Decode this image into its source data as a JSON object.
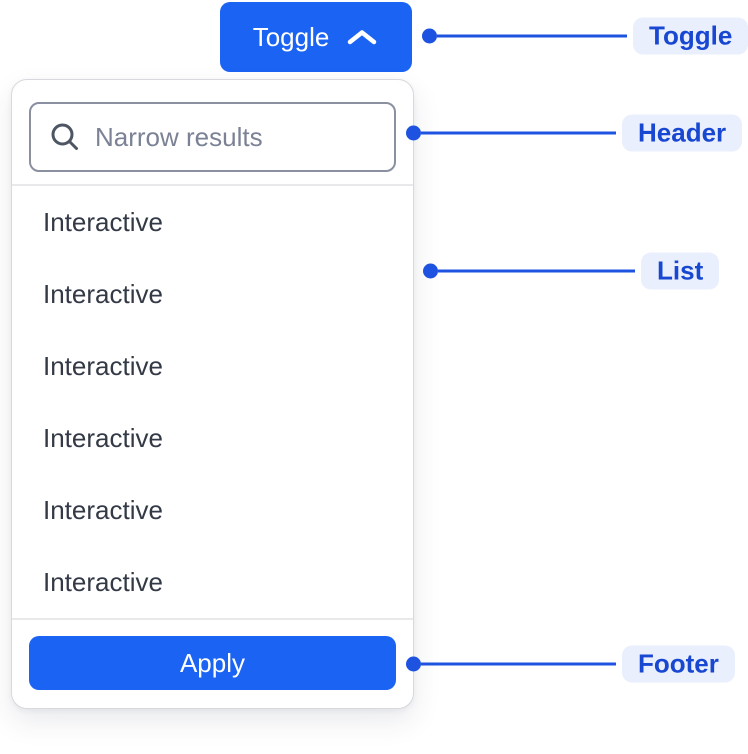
{
  "colors": {
    "accent_blue": "#1B63F3",
    "connector_blue": "#1D53E0",
    "label_text_blue": "#1847D2",
    "label_bg": "#E9EFFC",
    "text_dark": "#333A46",
    "placeholder_gray": "#7B8295"
  },
  "toggle_button": {
    "label": "Toggle",
    "icon": "chevron-up-icon"
  },
  "dropdown": {
    "header": {
      "search_placeholder": "Narrow results",
      "search_icon": "magnifier-icon"
    },
    "items": [
      "Interactive",
      "Interactive",
      "Interactive",
      "Interactive",
      "Interactive",
      "Interactive"
    ],
    "footer": {
      "apply_label": "Apply"
    }
  },
  "annotations": [
    {
      "target": "toggle",
      "label": "Toggle"
    },
    {
      "target": "header",
      "label": "Header"
    },
    {
      "target": "list",
      "label": "List"
    },
    {
      "target": "footer",
      "label": "Footer"
    }
  ]
}
